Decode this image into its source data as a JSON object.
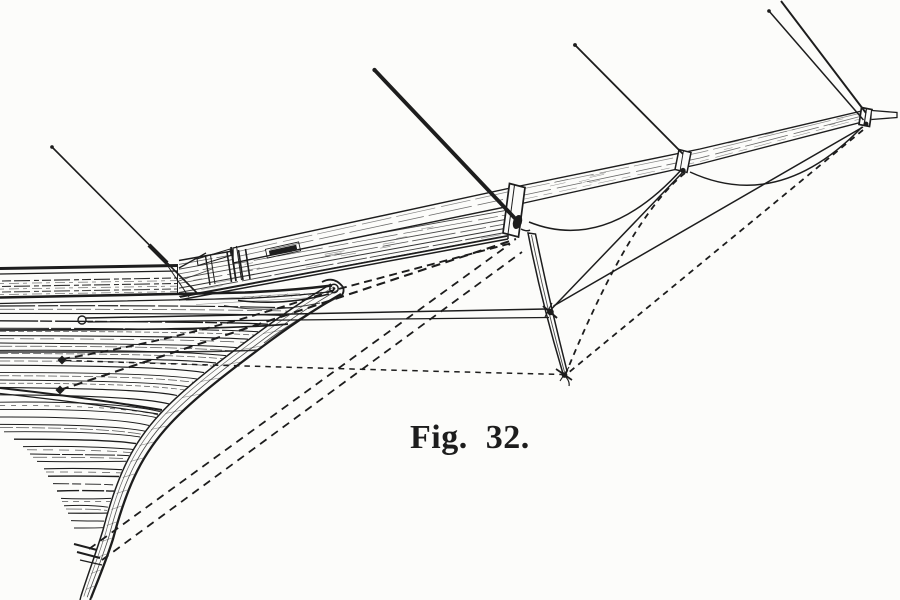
{
  "figure": {
    "caption": "Fig. 32.",
    "figure_number": "32",
    "subject": "Bow of a sailing ship showing bowsprit, jib-boom, bowsprit cap, martingale (dolphin striker) and associated standing rigging; rope leads shown dashed",
    "style": "engraved line illustration on paper"
  },
  "colors": {
    "ink": "#1d1d1d",
    "paper": "#fcfcfa"
  },
  "parts": [
    {
      "id": "hull-bow",
      "label": "hull bow with planking"
    },
    {
      "id": "bulwark-cap",
      "label": "bulwark cap"
    },
    {
      "id": "main-rail",
      "label": "main rail"
    },
    {
      "id": "head-rail",
      "label": "head rail"
    },
    {
      "id": "cutwater-outer",
      "label": "stem / cutwater"
    },
    {
      "id": "stem-head-eye",
      "label": "stem head eye"
    },
    {
      "id": "bowsprit",
      "label": "bowsprit"
    },
    {
      "id": "gammoning-band",
      "label": "gammoning bands"
    },
    {
      "id": "jibboom",
      "label": "jib-boom"
    },
    {
      "id": "jibboom-band",
      "label": "jib-boom band"
    },
    {
      "id": "jibboom-tip",
      "label": "jib-boom tip and pole"
    },
    {
      "id": "bowsprit-cap",
      "label": "bowsprit cap"
    },
    {
      "id": "martingale-dolphin-striker",
      "label": "martingale (dolphin striker)"
    },
    {
      "id": "fore-stay",
      "label": "fore stay"
    },
    {
      "id": "fore-topmast-stay",
      "label": "fore topmast stay"
    },
    {
      "id": "jib-stay",
      "label": "jib stay"
    },
    {
      "id": "fore-topgallant-stay",
      "label": "fore topgallant stay"
    },
    {
      "id": "flying-jib-stay",
      "label": "flying jib stay"
    },
    {
      "id": "bowsprit-shroud",
      "label": "bowsprit shrouds"
    },
    {
      "id": "inner-martingale-stay",
      "label": "inner martingale stay"
    },
    {
      "id": "outer-martingale-stay",
      "label": "outer martingale stay"
    },
    {
      "id": "inner-footrope",
      "label": "inner foot-rope"
    },
    {
      "id": "outer-footrope",
      "label": "outer foot-rope"
    },
    {
      "id": "martingale-backrope",
      "label": "martingale back-rope (dashed)"
    },
    {
      "id": "heel-rope-upper",
      "label": "heel rope lead (dashed)"
    },
    {
      "id": "heel-rope-lower",
      "label": "heel rope lead, lower (dashed)"
    },
    {
      "id": "back-rope-a",
      "label": "back rope lead (dashed)"
    },
    {
      "id": "back-rope-b",
      "label": "back rope lead (dashed)"
    }
  ]
}
